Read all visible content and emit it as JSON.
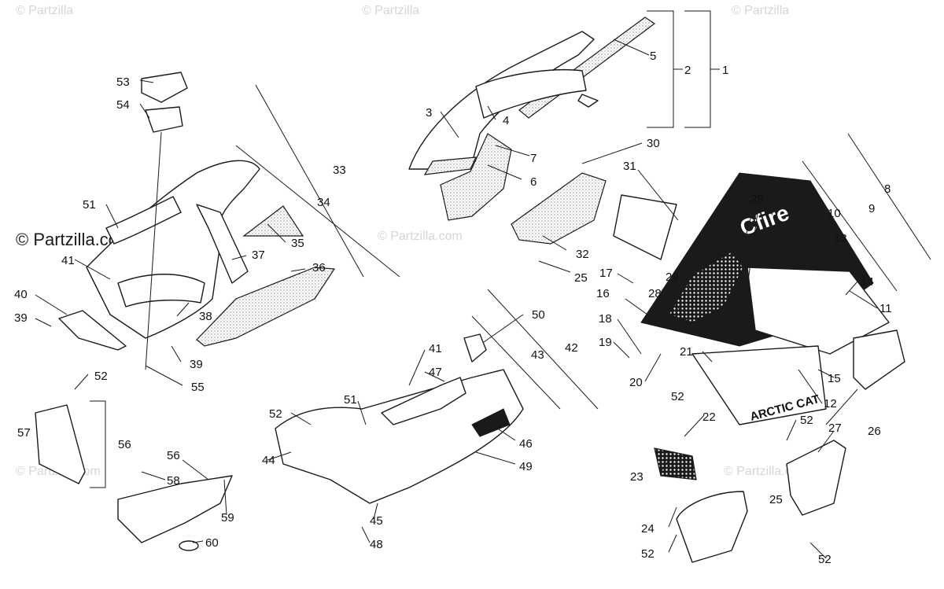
{
  "watermark": {
    "primary": "© Partzilla.com",
    "secondary": "© Partzilla.com",
    "short": "© Partzilla"
  },
  "decals": {
    "hood_script": "Cfire",
    "panel_brand": "ARCTIC CAT"
  },
  "callouts": [
    "1",
    "2",
    "3",
    "4",
    "5",
    "6",
    "7",
    "8",
    "9",
    "10",
    "11",
    "12",
    "13",
    "14",
    "15",
    "16",
    "17",
    "18",
    "19",
    "20",
    "21",
    "22",
    "23",
    "24",
    "25",
    "26",
    "27",
    "28",
    "29",
    "30",
    "31",
    "32",
    "33",
    "34",
    "35",
    "36",
    "37",
    "38",
    "39",
    "40",
    "41",
    "42",
    "43",
    "44",
    "45",
    "46",
    "47",
    "48",
    "49",
    "50",
    "51",
    "52",
    "53",
    "54",
    "55",
    "56",
    "57",
    "58",
    "59",
    "60"
  ]
}
